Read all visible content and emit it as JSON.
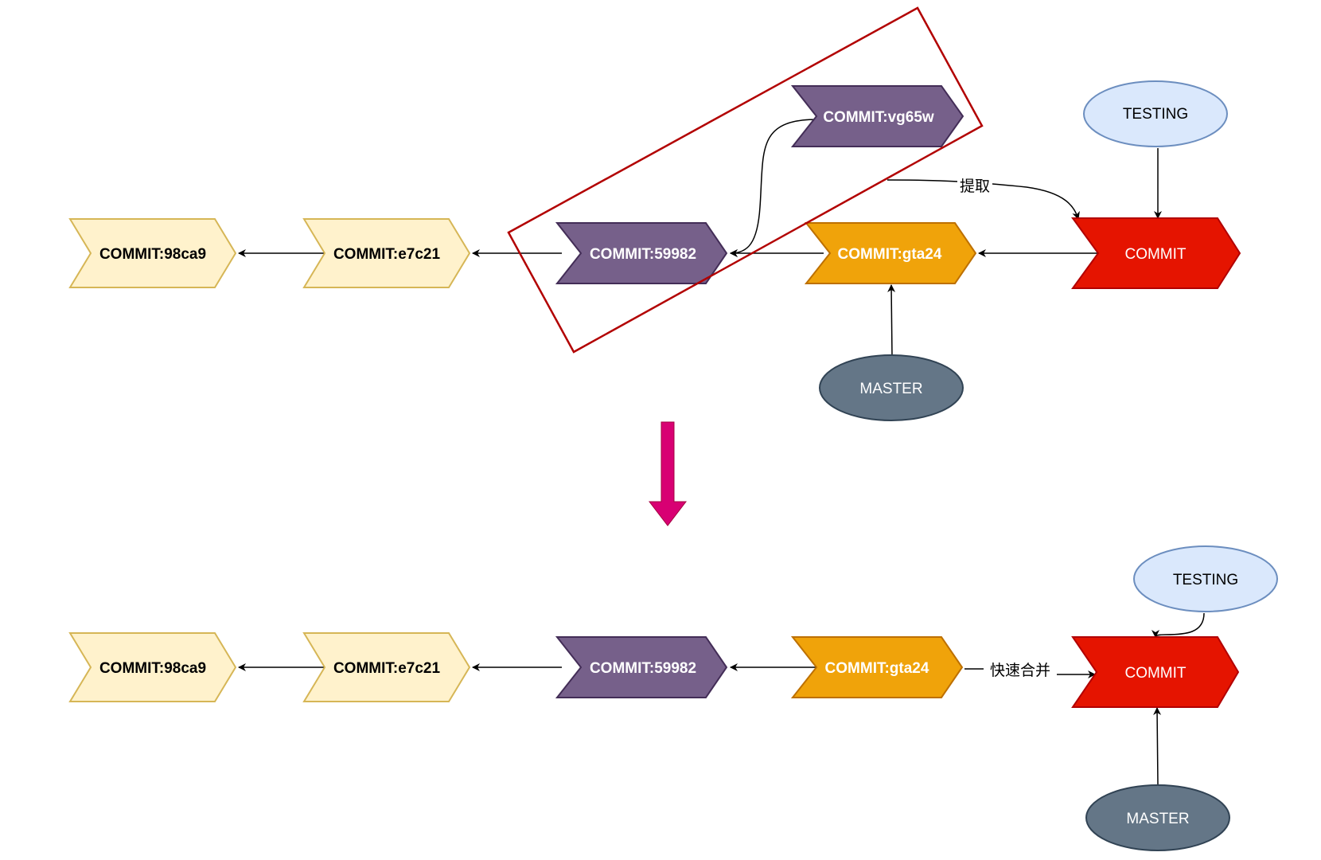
{
  "colors": {
    "yellow_fill": "#fff2cc",
    "yellow_stroke": "#d6b656",
    "purple_fill": "#76608a",
    "purple_stroke": "#432d57",
    "orange_fill": "#f0a30a",
    "orange_stroke": "#bd7000",
    "red_fill": "#e51400",
    "red_stroke": "#b20000",
    "testing_fill": "#dae8fc",
    "testing_stroke": "#6c8ebf",
    "master_fill": "#647687",
    "master_stroke": "#314354",
    "highlight_box": "#b20000",
    "down_arrow": "#d80073"
  },
  "top": {
    "commit_98ca9": "COMMIT:98ca9",
    "commit_e7c21": "COMMIT:e7c21",
    "commit_59982": "COMMIT:59982",
    "commit_vg65w": "COMMIT:vg65w",
    "commit_gta24": "COMMIT:gta24",
    "commit_new": "COMMIT",
    "testing": "TESTING",
    "master": "MASTER",
    "extract_label": "提取"
  },
  "bottom": {
    "commit_98ca9": "COMMIT:98ca9",
    "commit_e7c21": "COMMIT:e7c21",
    "commit_59982": "COMMIT:59982",
    "commit_gta24": "COMMIT:gta24",
    "commit_new": "COMMIT",
    "testing": "TESTING",
    "master": "MASTER",
    "merge_label": "快速合并"
  }
}
